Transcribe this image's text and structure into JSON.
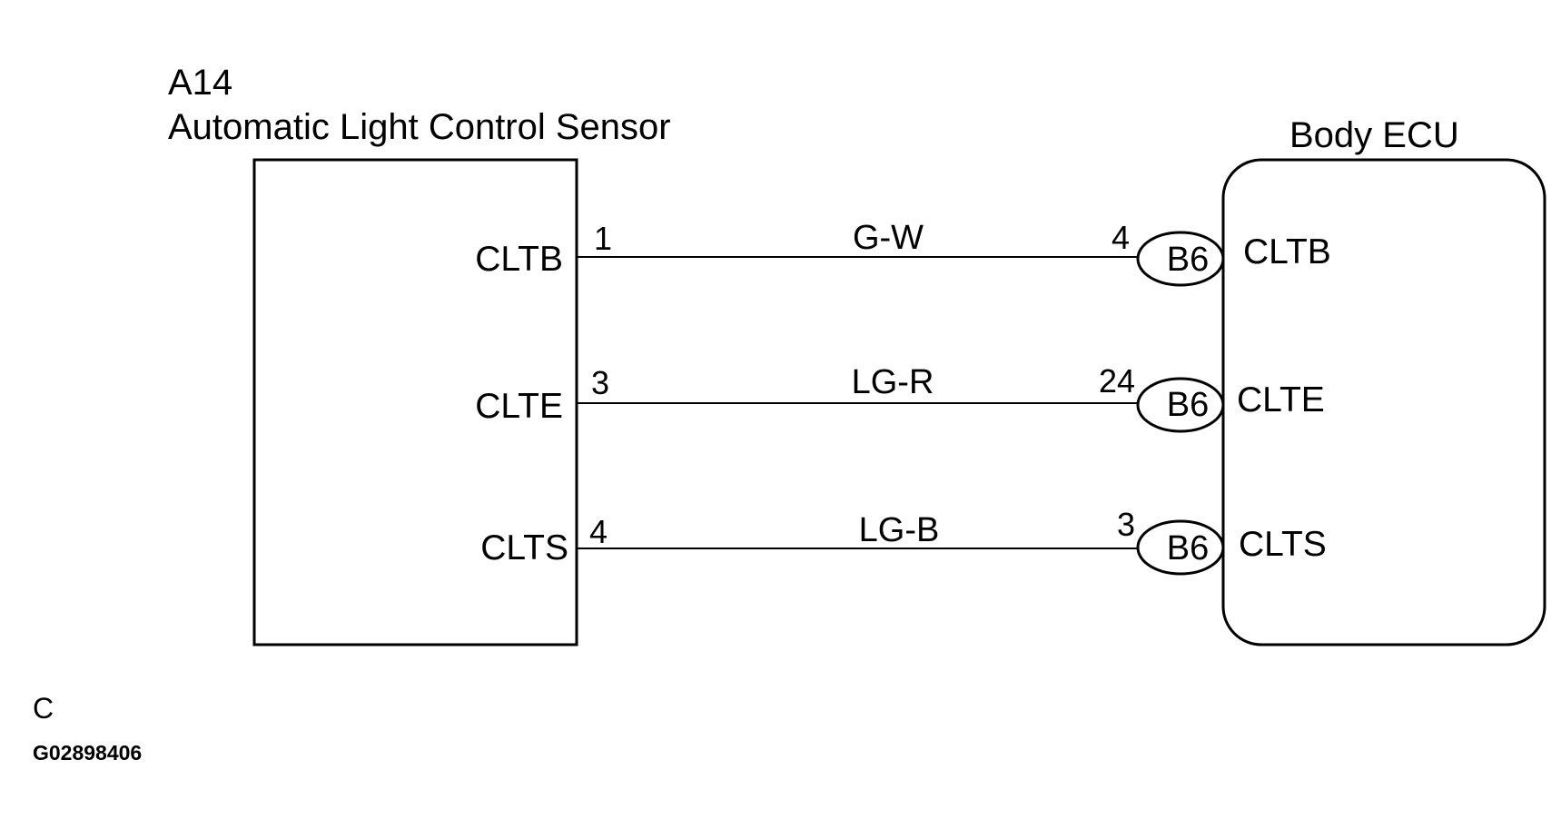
{
  "sensor": {
    "code": "A14",
    "name": "Automatic Light Control Sensor"
  },
  "ecu": {
    "name": "Body ECU"
  },
  "wires": [
    {
      "sensor_pin_name": "CLTB",
      "sensor_pin_num": "1",
      "wire_color": "G-W",
      "ecu_pin_num": "4",
      "connector": "B6",
      "ecu_pin_name": "CLTB"
    },
    {
      "sensor_pin_name": "CLTE",
      "sensor_pin_num": "3",
      "wire_color": "LG-R",
      "ecu_pin_num": "24",
      "connector": "B6",
      "ecu_pin_name": "CLTE"
    },
    {
      "sensor_pin_name": "CLTS",
      "sensor_pin_num": "4",
      "wire_color": "LG-B",
      "ecu_pin_num": "3",
      "connector": "B6",
      "ecu_pin_name": "CLTS"
    }
  ],
  "footer": {
    "letter": "C",
    "figure_id": "G02898406"
  }
}
